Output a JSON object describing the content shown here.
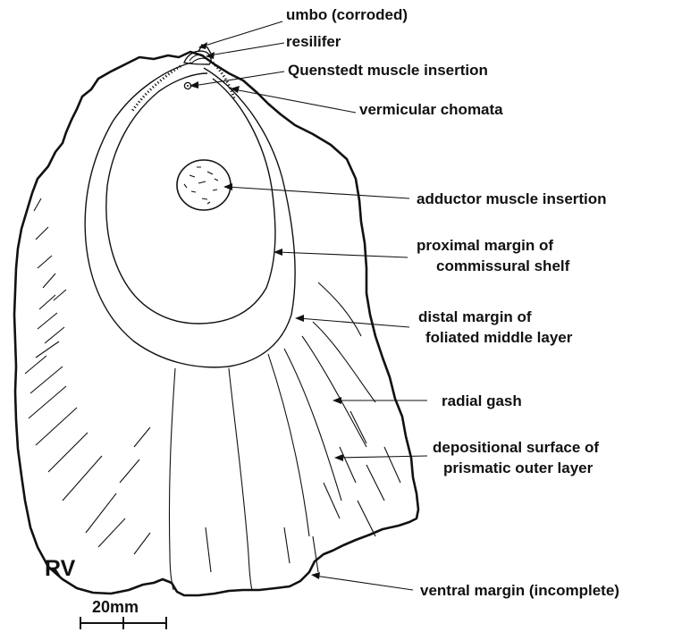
{
  "labels": {
    "umbo": "umbo (corroded)",
    "resilifer": "resilifer",
    "quenstedt": "Quenstedt muscle insertion",
    "chomata": "vermicular chomata",
    "adductor": "adductor muscle insertion",
    "proximal_1": "proximal margin of",
    "proximal_2": "commissural shelf",
    "distal_1": "distal margin of",
    "distal_2": "foliated middle layer",
    "radial": "radial gash",
    "depositional_1": "depositional surface of",
    "depositional_2": "prismatic outer layer",
    "ventral": "ventral margin (incomplete)"
  },
  "valve_label": "RV",
  "scale_bar": {
    "label": "20mm"
  }
}
